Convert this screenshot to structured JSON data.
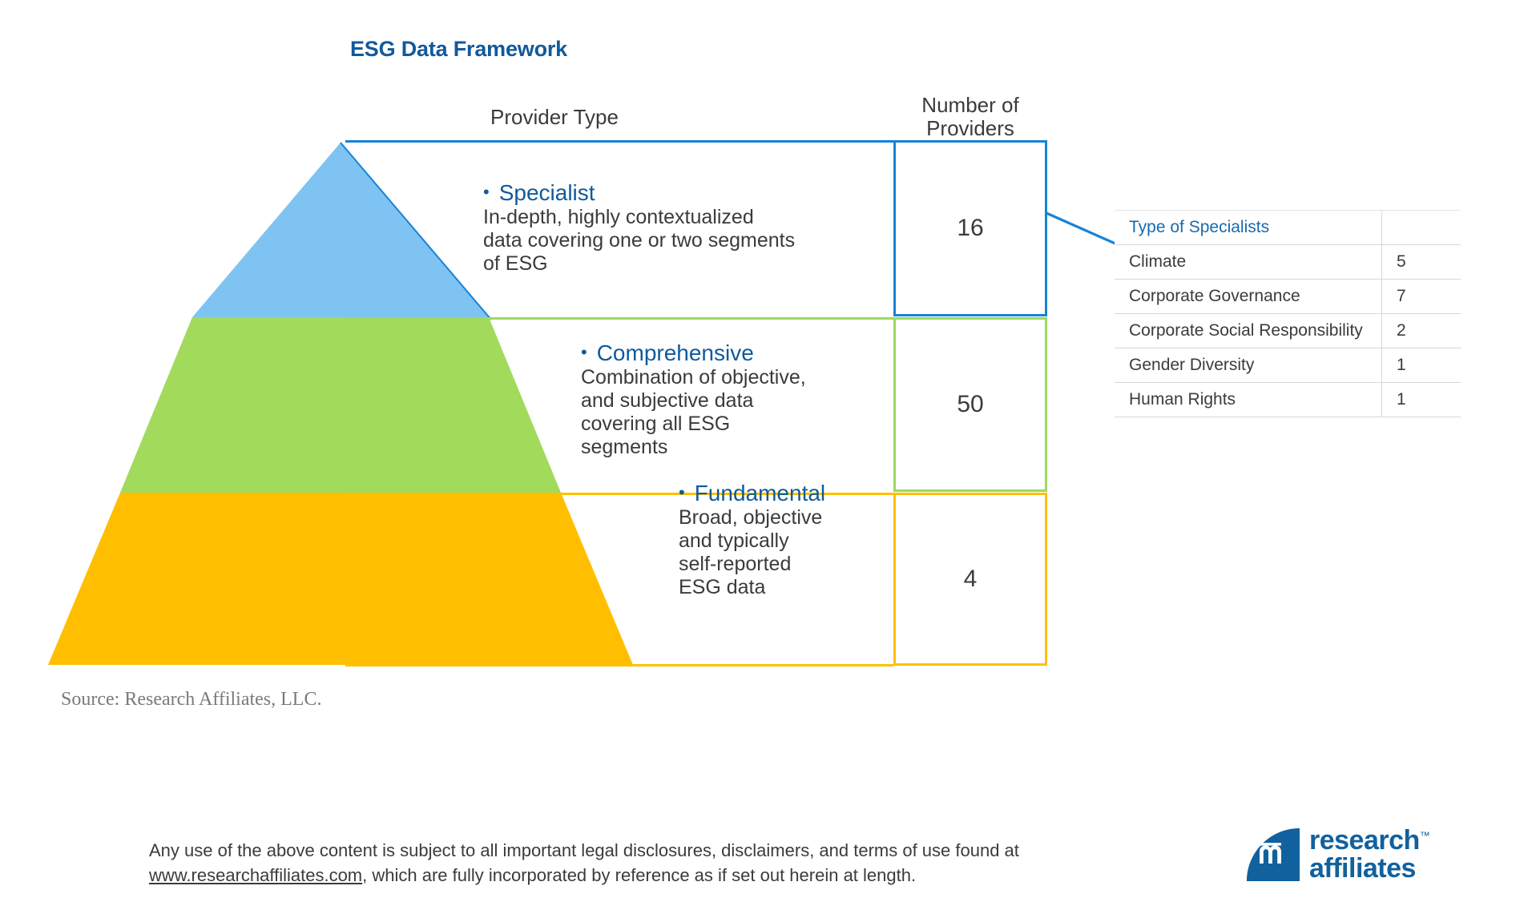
{
  "title": "ESG Data Framework",
  "headers": {
    "provider_type": "Provider Type",
    "number_of_providers_line1": "Number of",
    "number_of_providers_line2": "Providers"
  },
  "colors": {
    "title_blue": "#12599b",
    "term_blue": "#0f5a9c",
    "specialist_band": "#7fc3f2",
    "comprehensive_band": "#a2da5c",
    "fundamental_band": "#ffbf00",
    "specialist_border": "#1683d8",
    "comprehensive_border": "#9ed95e",
    "fundamental_border": "#ffc000",
    "arrow": "#1683d8",
    "table_header_blue": "#1a6aab",
    "logo_blue": "#11619e"
  },
  "rows": [
    {
      "term": "Specialist",
      "description": "In-depth, highly contextualized data covering one or two segments of ESG",
      "description_lines": [
        "In-depth, highly contextualized",
        "data covering one or two segments",
        "of ESG"
      ],
      "count": "16",
      "band_color": "#7fc3f2"
    },
    {
      "term": "Comprehensive",
      "description": "Combination of objective, and subjective data covering all ESG segments",
      "description_lines": [
        "Combination of objective,",
        "and subjective data",
        "covering all ESG",
        "segments"
      ],
      "count": "50",
      "band_color": "#a2da5c"
    },
    {
      "term": "Fundamental",
      "description": "Broad, objective and typically self-reported ESG data",
      "description_lines": [
        "Broad, objective",
        "and typically",
        "self-reported",
        "ESG data"
      ],
      "count": "4",
      "band_color": "#ffbf00"
    }
  ],
  "specialists_table": {
    "header": [
      "Type of Specialists",
      ""
    ],
    "rows": [
      {
        "type": "Climate",
        "count": "5"
      },
      {
        "type": "Corporate Governance",
        "count": "7"
      },
      {
        "type": "Corporate Social Responsibility",
        "count": "2"
      },
      {
        "type": "Gender Diversity",
        "count": "1"
      },
      {
        "type": "Human Rights",
        "count": "1"
      }
    ]
  },
  "source": "Source: Research Affiliates, LLC.",
  "disclaimer": {
    "line1_part1": "Any use of the above content is subject to all important legal disclosures, disclaimers, and terms of use found at",
    "link": "www.researchaffiliates.com",
    "line2_part2": ",  which are fully incorporated by reference  as if set out herein at length."
  },
  "logo": {
    "line1": "research",
    "line2": "affiliates",
    "tm": "™"
  },
  "chart_data": {
    "type": "table",
    "title": "ESG Data Framework",
    "categories": [
      "Specialist",
      "Comprehensive",
      "Fundamental"
    ],
    "values": [
      16,
      50,
      4
    ],
    "xlabel": "Provider Type",
    "ylabel": "Number of Providers",
    "series": [
      {
        "name": "Number of Providers",
        "values": [
          16,
          50,
          4
        ]
      }
    ],
    "breakdown": {
      "title": "Type of Specialists",
      "categories": [
        "Climate",
        "Corporate Governance",
        "Corporate Social Responsibility",
        "Gender Diversity",
        "Human Rights"
      ],
      "values": [
        5,
        7,
        2,
        1,
        1
      ]
    },
    "legend": "none",
    "grid": false
  }
}
